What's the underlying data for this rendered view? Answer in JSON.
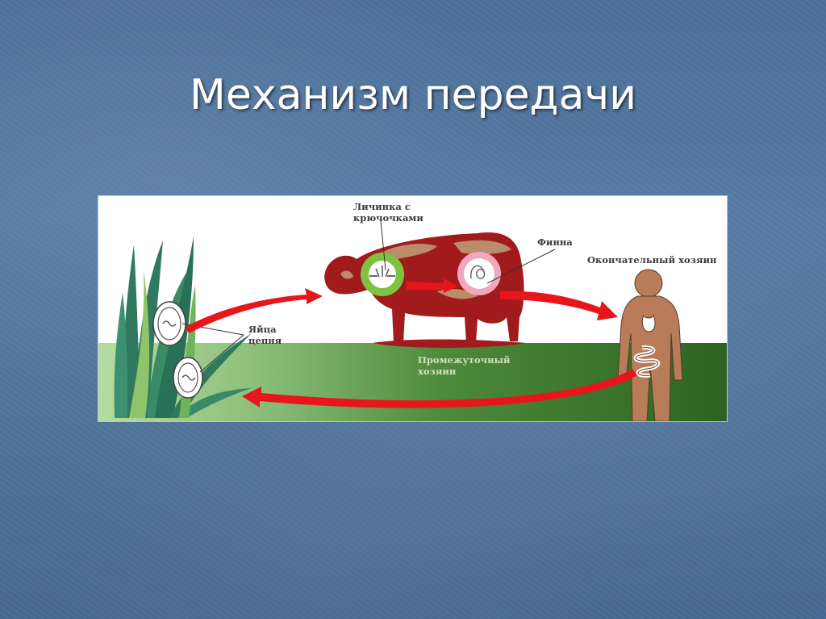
{
  "slide": {
    "title": "Механизм передачи"
  },
  "diagram": {
    "labels": {
      "larva_line1": "Личинка с",
      "larva_line2": "крючочками",
      "finna": "Финна",
      "final_host": "Окончательный хозяин",
      "eggs_line1": "Яйца",
      "eggs_line2": "цепня",
      "intermediate_line1": "Промежуточный",
      "intermediate_line2": "хозяин"
    },
    "colors": {
      "arrow": "#e8161b",
      "cow": "#a11a1c",
      "cow_patch": "#b98c6a",
      "grass": "#2f7a5e",
      "ground_light": "#a9d598",
      "ground_dark": "#2f6a25",
      "human": "#b87c58",
      "larva_ring": "#7ec242",
      "finna_ring": "#f1a7be"
    }
  }
}
